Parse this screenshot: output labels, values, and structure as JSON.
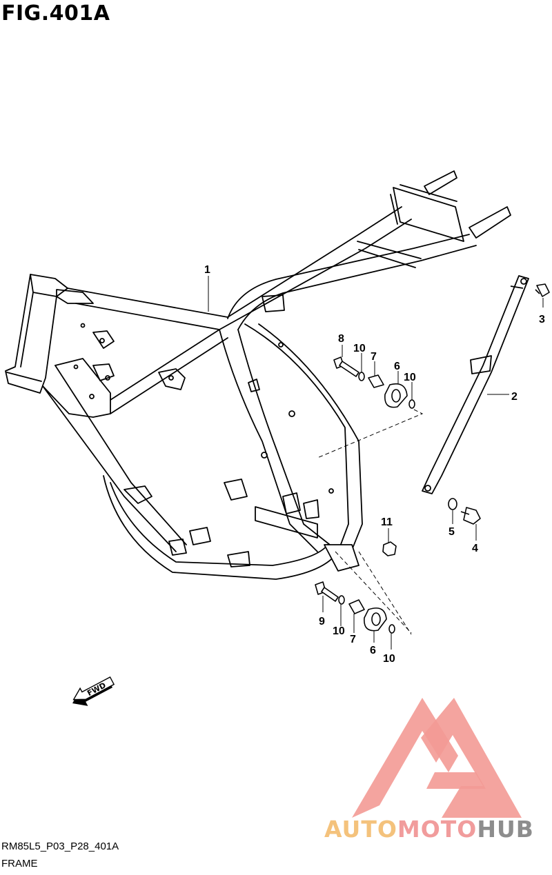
{
  "figure": {
    "title": "FIG.401A"
  },
  "footer": {
    "code": "RM85L5_P03_P28_401A",
    "caption": "FRAME"
  },
  "fwd_badge": "FWD",
  "watermark": {
    "part1": "AUTO",
    "part2": "MOTO",
    "part3": "HUB",
    "colors": {
      "triangle": "#f39a95",
      "auto": "#f4c27c",
      "moto": "#f19c9c",
      "hub": "#8d8d8d"
    }
  },
  "callouts": [
    {
      "id": "c1",
      "label": "1"
    },
    {
      "id": "c2",
      "label": "2"
    },
    {
      "id": "c3",
      "label": "3"
    },
    {
      "id": "c4",
      "label": "4"
    },
    {
      "id": "c5",
      "label": "5"
    },
    {
      "id": "c6a",
      "label": "6"
    },
    {
      "id": "c6b",
      "label": "6"
    },
    {
      "id": "c7a",
      "label": "7"
    },
    {
      "id": "c7b",
      "label": "7"
    },
    {
      "id": "c8",
      "label": "8"
    },
    {
      "id": "c9",
      "label": "9"
    },
    {
      "id": "c10a",
      "label": "10"
    },
    {
      "id": "c10b",
      "label": "10"
    },
    {
      "id": "c10c",
      "label": "10"
    },
    {
      "id": "c10d",
      "label": "10"
    },
    {
      "id": "c11",
      "label": "11"
    }
  ]
}
